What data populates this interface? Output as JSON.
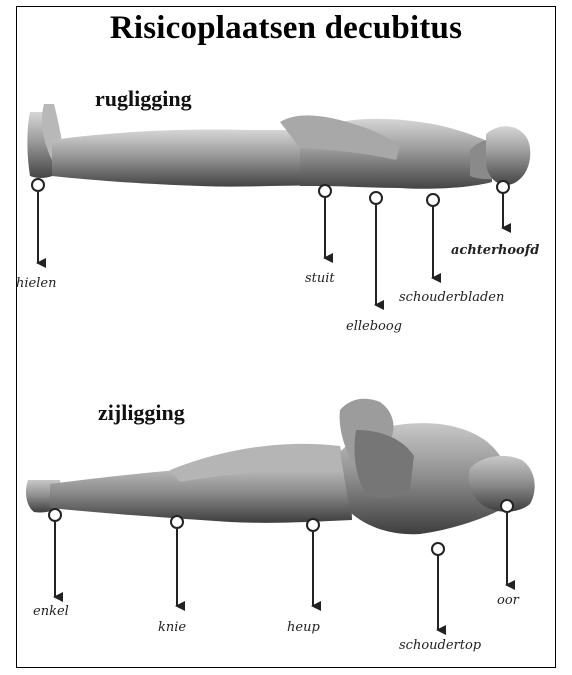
{
  "title": "Risicoplaatsen decubitus",
  "sections": [
    {
      "name": "rugligging",
      "points": [
        {
          "id": "hielen",
          "label": "hielen"
        },
        {
          "id": "stuit",
          "label": "stuit"
        },
        {
          "id": "elleboog",
          "label": "elleboog"
        },
        {
          "id": "schouderbladen",
          "label": "schouderbladen"
        },
        {
          "id": "achterhoofd",
          "label": "achterhoofd"
        }
      ]
    },
    {
      "name": "zijligging",
      "points": [
        {
          "id": "enkel",
          "label": "enkel"
        },
        {
          "id": "knie",
          "label": "knie"
        },
        {
          "id": "heup",
          "label": "heup"
        },
        {
          "id": "schoudertop",
          "label": "schoudertop"
        },
        {
          "id": "oor",
          "label": "oor"
        }
      ]
    }
  ]
}
